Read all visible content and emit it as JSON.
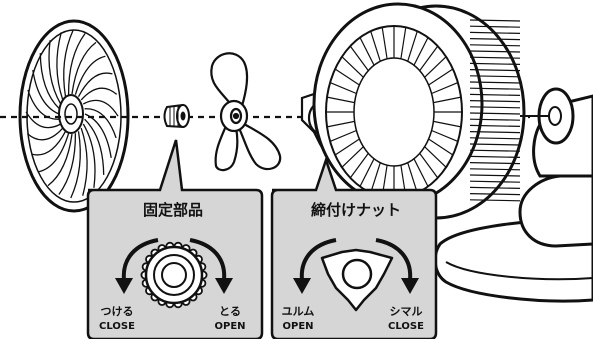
{
  "callouts": {
    "fixing_part": {
      "title": "固定部品",
      "left_jp": "つける",
      "left_en": "CLOSE",
      "right_jp": "とる",
      "right_en": "OPEN"
    },
    "tightening_nut": {
      "title": "締付けナット",
      "left_jp": "ユルム",
      "left_en": "OPEN",
      "right_jp": "シマル",
      "right_en": "CLOSE"
    }
  },
  "colors": {
    "line": "#111111",
    "callout_fill": "#d6d6d6",
    "part_fill": "#ffffff"
  }
}
